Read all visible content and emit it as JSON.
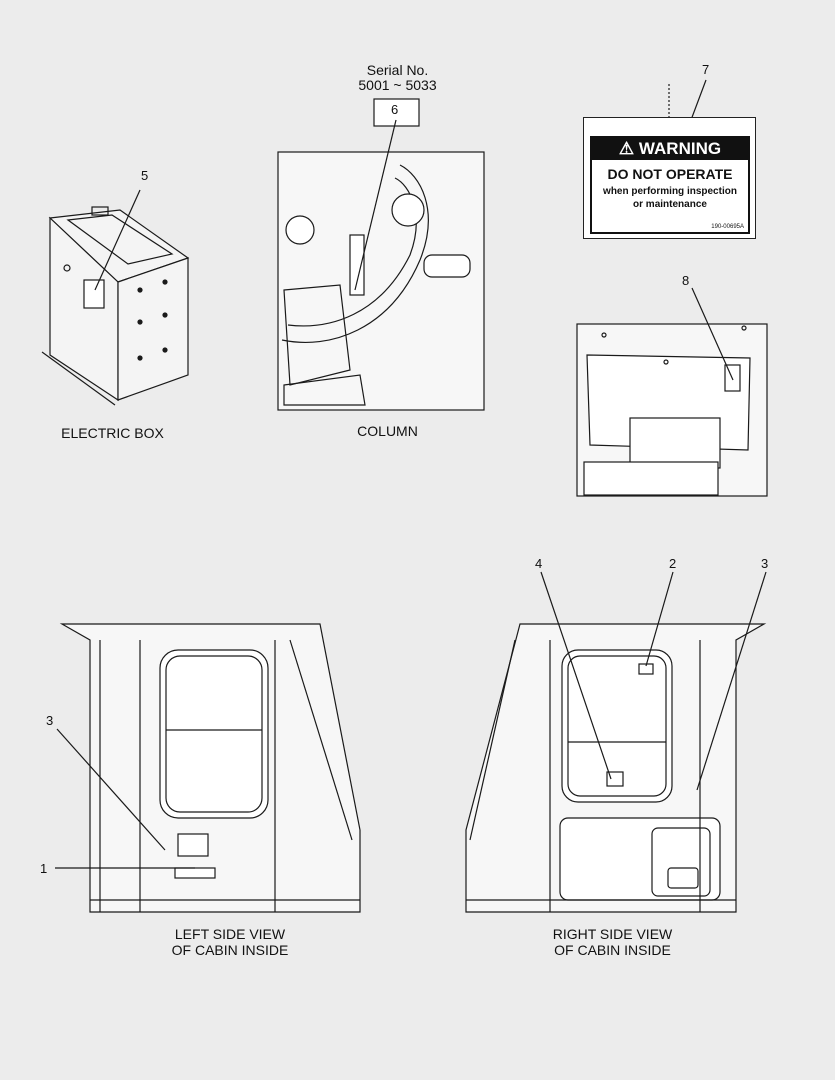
{
  "serial": {
    "label": "Serial No.",
    "range": "5001 ~ 5033"
  },
  "captions": {
    "electric_box": "ELECTRIC BOX",
    "column": "COLUMN",
    "left_view_1": "LEFT SIDE VIEW",
    "left_view_2": "OF CABIN INSIDE",
    "right_view_1": "RIGHT SIDE VIEW",
    "right_view_2": "OF CABIN INSIDE"
  },
  "callouts": {
    "c1": "1",
    "c2": "2",
    "c3_left": "3",
    "c3_right": "3",
    "c4": "4",
    "c5": "5",
    "c6": "6",
    "c7": "7",
    "c8": "8"
  },
  "warning_decal": {
    "header": "WARNING",
    "line1": "DO NOT OPERATE",
    "line2": "when performing inspection",
    "line3": "or maintenance",
    "code": "190-00695A"
  },
  "colors": {
    "line": "#1a1a1a",
    "paper": "#ececec",
    "decal_bg": "#111111"
  }
}
